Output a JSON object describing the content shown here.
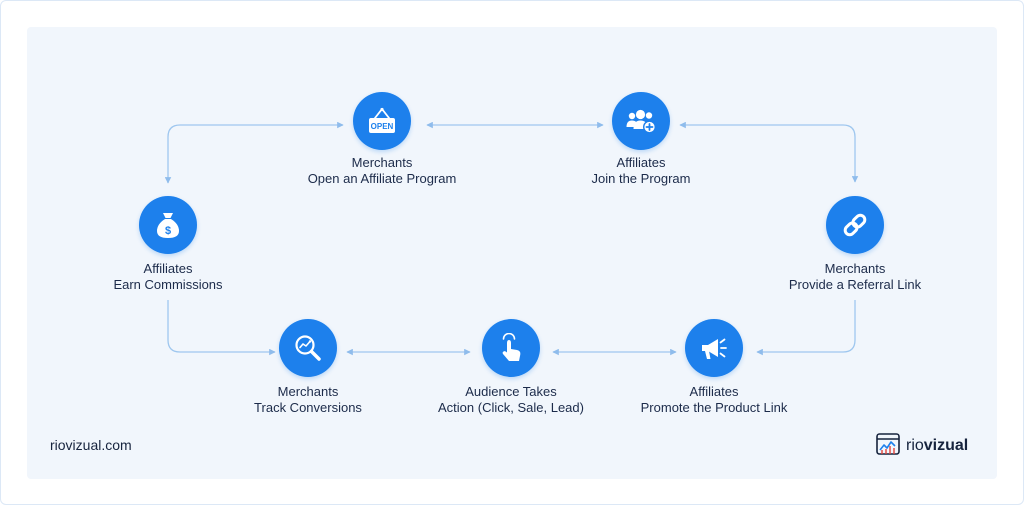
{
  "footer": {
    "url": "riovizual.com"
  },
  "brand": {
    "prefix": "rio",
    "bold": "vizual"
  },
  "colors": {
    "accent": "#1d80ec",
    "connector": "#9fc7ef",
    "panel": "#f1f6fc",
    "text": "#1c2b4a"
  },
  "nodes": [
    {
      "id": "merchants-open",
      "icon": "open-sign-icon",
      "line1": "Merchants",
      "line2": "Open an Affiliate Program"
    },
    {
      "id": "affiliates-join",
      "icon": "user-group-add-icon",
      "line1": "Affiliates",
      "line2": "Join the Program"
    },
    {
      "id": "merchants-referral",
      "icon": "chain-link-icon",
      "line1": "Merchants",
      "line2": "Provide a Referral Link"
    },
    {
      "id": "affiliates-promote",
      "icon": "megaphone-icon",
      "line1": "Affiliates",
      "line2": "Promote the Product Link"
    },
    {
      "id": "audience-action",
      "icon": "pointer-hand-icon",
      "line1": "Audience Takes",
      "line2": "Action (Click, Sale, Lead)"
    },
    {
      "id": "merchants-track",
      "icon": "magnifier-chart-icon",
      "line1": "Merchants",
      "line2": "Track Conversions"
    },
    {
      "id": "affiliates-earn",
      "icon": "money-bag-icon",
      "line1": "Affiliates",
      "line2": "Earn Commissions"
    }
  ]
}
